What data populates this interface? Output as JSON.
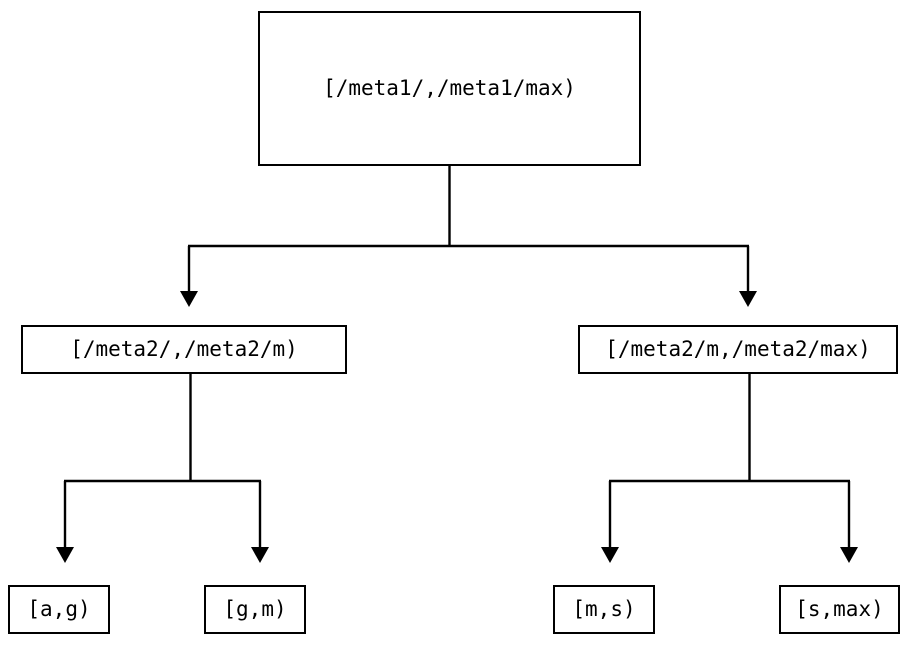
{
  "diagram": {
    "type": "binary-range-partition-tree",
    "background_color": "#ffffff",
    "line_color": "#000000",
    "text_color": "#000000",
    "nodes": {
      "root": {
        "label": "[/meta1/,/meta1/max)"
      },
      "level2": [
        {
          "label": "[/meta2/,/meta2/m)"
        },
        {
          "label": "[/meta2/m,/meta2/max)"
        }
      ],
      "leaves": [
        {
          "label": "[a,g)"
        },
        {
          "label": "[g,m)"
        },
        {
          "label": "[m,s)"
        },
        {
          "label": "[s,max)"
        }
      ]
    },
    "edges": [
      {
        "from": "root",
        "to": "level2-left",
        "arrowhead": "filled-triangle-down"
      },
      {
        "from": "root",
        "to": "level2-right",
        "arrowhead": "filled-triangle-down"
      },
      {
        "from": "level2-left",
        "to": "leaf-a-g",
        "arrowhead": "filled-triangle-down"
      },
      {
        "from": "level2-left",
        "to": "leaf-g-m",
        "arrowhead": "filled-triangle-down"
      },
      {
        "from": "level2-right",
        "to": "leaf-m-s",
        "arrowhead": "filled-triangle-down"
      },
      {
        "from": "level2-right",
        "to": "leaf-s-max",
        "arrowhead": "filled-triangle-down"
      }
    ]
  }
}
